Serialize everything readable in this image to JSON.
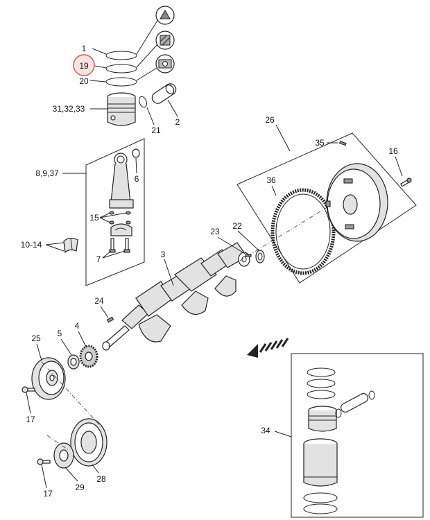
{
  "diagram": {
    "highlight_color": "#d9534f",
    "highlight_fill": "#fbe3e3",
    "callouts": [
      {
        "label": "1"
      },
      {
        "label": "19",
        "highlighted": true
      },
      {
        "label": "20"
      },
      {
        "label": "31,32,33"
      },
      {
        "label": "21"
      },
      {
        "label": "2"
      },
      {
        "label": "8,9,37"
      },
      {
        "label": "6"
      },
      {
        "label": "15"
      },
      {
        "label": "10-14"
      },
      {
        "label": "7"
      },
      {
        "label": "3"
      },
      {
        "label": "23"
      },
      {
        "label": "22"
      },
      {
        "label": "24"
      },
      {
        "label": "25"
      },
      {
        "label": "5"
      },
      {
        "label": "4"
      },
      {
        "label": "17"
      },
      {
        "label": "29"
      },
      {
        "label": "28"
      },
      {
        "label": "17"
      },
      {
        "label": "26"
      },
      {
        "label": "35"
      },
      {
        "label": "16"
      },
      {
        "label": "36"
      },
      {
        "label": "34"
      }
    ],
    "ring_icons": [
      "ring-profile-triangle-icon",
      "ring-profile-hatched-icon",
      "ring-profile-oil-ring-icon"
    ]
  }
}
